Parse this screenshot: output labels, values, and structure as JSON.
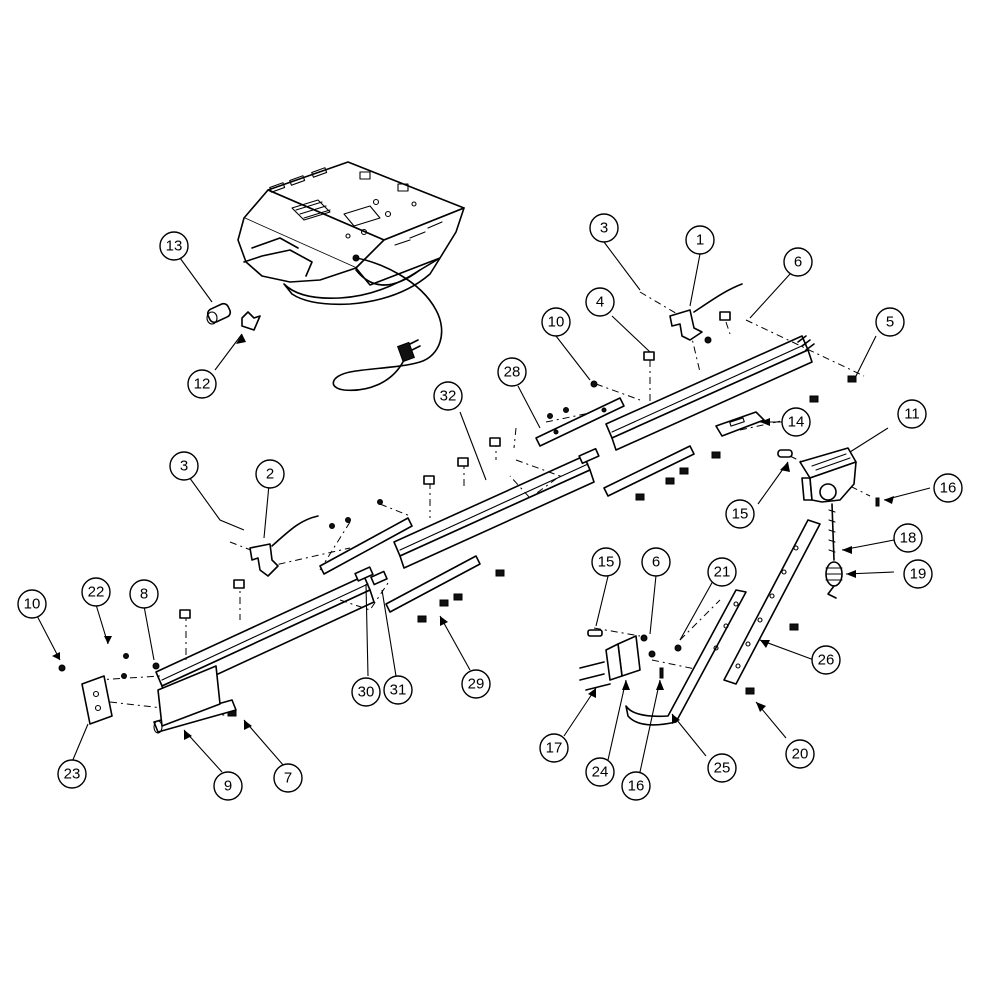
{
  "callouts": [
    {
      "num": "1"
    },
    {
      "num": "2"
    },
    {
      "num": "3"
    },
    {
      "num": "3"
    },
    {
      "num": "4"
    },
    {
      "num": "5"
    },
    {
      "num": "6"
    },
    {
      "num": "6"
    },
    {
      "num": "7"
    },
    {
      "num": "8"
    },
    {
      "num": "9"
    },
    {
      "num": "10"
    },
    {
      "num": "10"
    },
    {
      "num": "11"
    },
    {
      "num": "12"
    },
    {
      "num": "13"
    },
    {
      "num": "14"
    },
    {
      "num": "15"
    },
    {
      "num": "15"
    },
    {
      "num": "16"
    },
    {
      "num": "16"
    },
    {
      "num": "17"
    },
    {
      "num": "18"
    },
    {
      "num": "19"
    },
    {
      "num": "20"
    },
    {
      "num": "21"
    },
    {
      "num": "22"
    },
    {
      "num": "23"
    },
    {
      "num": "24"
    },
    {
      "num": "25"
    },
    {
      "num": "26"
    },
    {
      "num": "28"
    },
    {
      "num": "29"
    },
    {
      "num": "30"
    },
    {
      "num": "31"
    },
    {
      "num": "32"
    }
  ]
}
